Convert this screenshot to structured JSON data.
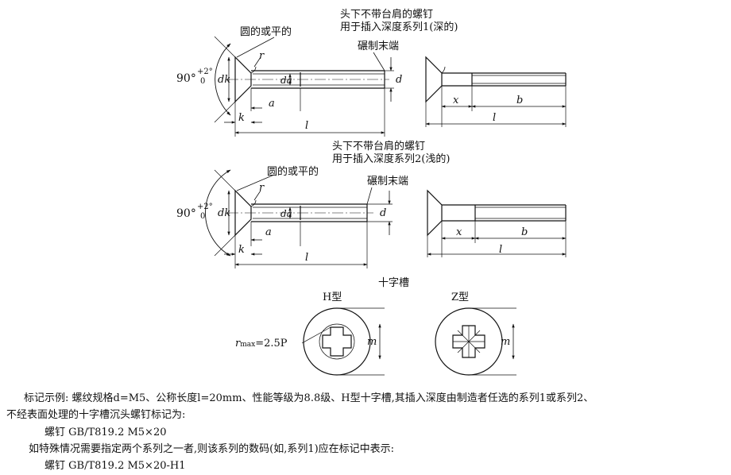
{
  "top": {
    "header_line1": "头下不带台肩的螺钉",
    "header_line2": "用于插入深度系列1(深的)",
    "round_or_flat": "圆的或平的",
    "rolled_end": "碾制末端",
    "angle": "90°",
    "angle_tol_upper": "+2°",
    "angle_tol_lower": "0",
    "dims": {
      "dk": "dk",
      "r": "r",
      "da": "da",
      "d": "d",
      "a": "a",
      "k": "k",
      "l": "l",
      "x": "x",
      "b": "b",
      "l2": "l"
    }
  },
  "bottom": {
    "header_line1": "头下不带台肩的螺钉",
    "header_line2": "用于插入深度系列2(浅的)",
    "round_or_flat": "圆的或平的",
    "rolled_end": "碾制末端",
    "angle": "90°",
    "angle_tol_upper": "+2°",
    "angle_tol_lower": "0",
    "dims": {
      "dk": "dk",
      "r": "r",
      "da": "da",
      "d": "d",
      "a": "a",
      "k": "k",
      "l": "l",
      "x": "x",
      "b": "b",
      "l2": "l"
    }
  },
  "cross_recess": {
    "title": "十字槽",
    "h_type": "H型",
    "z_type": "Z型",
    "r_max": "r",
    "r_max_sub": "max",
    "r_max_value": "=2.5P",
    "m": "m",
    "m2": "m"
  },
  "notes": {
    "line1": "标记示例:  螺纹规格d=M5、公称长度l=20mm、性能等级为8.8级、H型十字槽,其插入深度由制造者任选的系列1或系列2、",
    "line2": "不经表面处理的十字槽沉头螺钉标记为:",
    "line3": "螺钉  GB/T819.2   M5×20",
    "line4": "如特殊情况需要指定两个系列之一者,则该系列的数码(如,系列1)应在标记中表示:",
    "line5": "螺钉  GB/T819.2   M5×20-H1"
  },
  "colors": {
    "ink": "#111111",
    "paper": "#ffffff"
  }
}
